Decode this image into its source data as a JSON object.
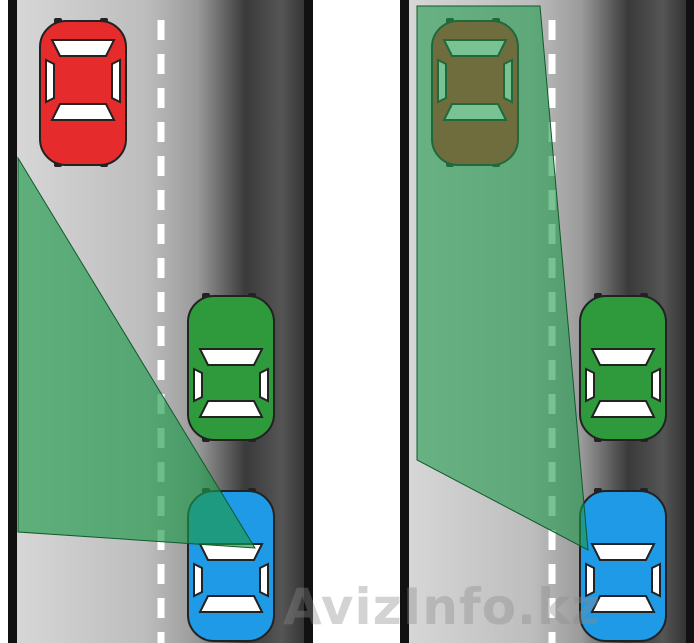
{
  "scene": {
    "panels": [
      {
        "id": "standard-mirror",
        "red_car_in_view": false
      },
      {
        "id": "wide-angle-mirror",
        "red_car_in_view": true
      }
    ],
    "colors": {
      "road_dark": "#2b2b2b",
      "road_light": "#d4d4d4",
      "road_edge": "#111111",
      "lane_marking": "#ffffff",
      "view_cone": "#1f9a4b",
      "red_car": "#e52b2b",
      "green_car": "#2e9a3c",
      "blue_car": "#1e9ae6",
      "window": "#ffffff"
    }
  },
  "watermark": {
    "text": "AvizInfo.kz"
  }
}
